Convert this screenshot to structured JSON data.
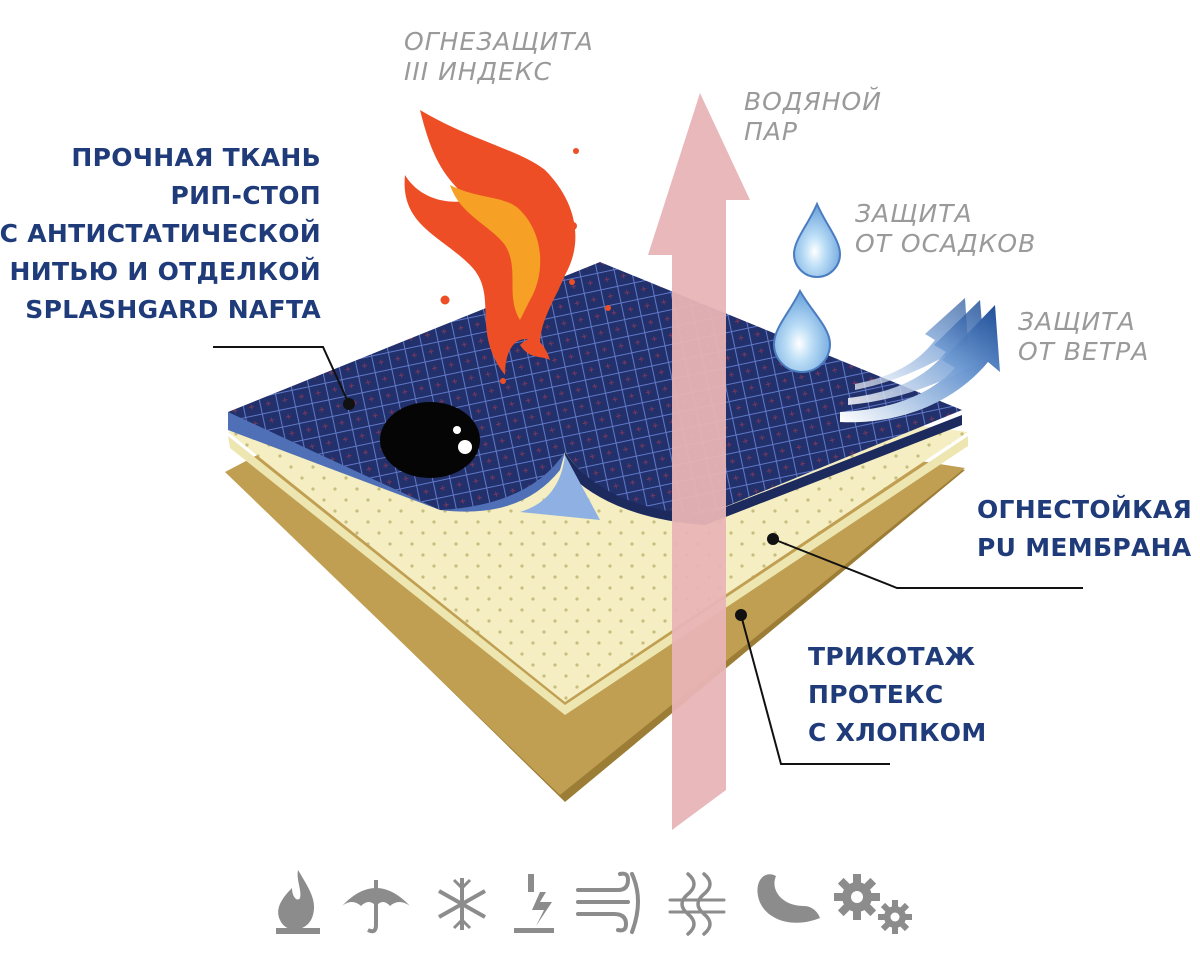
{
  "colors": {
    "label_blue": "#1f3b7a",
    "label_gray": "#9a9a9a",
    "fabric_navy": "#22306b",
    "grid_line": "#5f78c8",
    "grid_red": "#9b3b55",
    "fabric_edge": "#4f6fb6",
    "membrane_cream": "#f4eec2",
    "membrane_edge": "#ede6b0",
    "knit_tan": "#c19f52",
    "knit_edge": "#9c7d35",
    "vapor_pink": "#e8b4b6",
    "flame_orange": "#ee4e25",
    "flame_yellow": "#f6a125",
    "drop_blue": "#6fa6de",
    "wind_blue": "#2b5da8",
    "icon_gray": "#8c8c8c"
  },
  "labels": {
    "fabric": [
      "ПРОЧНАЯ ТКАНЬ",
      "РИП-СТОП",
      "С АНТИСТАТИЧЕСКОЙ",
      "НИТЬЮ И ОТДЕЛКОЙ",
      "SPLASHGARD NAFTA"
    ],
    "membrane": [
      "ОГНЕСТОЙКАЯ",
      "PU МЕМБРАНА"
    ],
    "knit": [
      "ТРИКОТАЖ",
      "ПРОТЕКС",
      "С ХЛОПКОМ"
    ]
  },
  "properties": {
    "fire": [
      "ОГНЕЗАЩИТА",
      "III ИНДЕКС"
    ],
    "vapor": [
      "ВОДЯНОЙ",
      "ПАР"
    ],
    "rain": [
      "ЗАЩИТА",
      "ОТ ОСАДКОВ"
    ],
    "wind": [
      "ЗАЩИТА",
      "ОТ ВЕТРА"
    ]
  },
  "bottom_icons": [
    "flame-icon",
    "umbrella-icon",
    "snowflake-icon",
    "antistatic-icon",
    "wind-icon",
    "breathable-icon",
    "feather-icon",
    "gears-icon"
  ]
}
